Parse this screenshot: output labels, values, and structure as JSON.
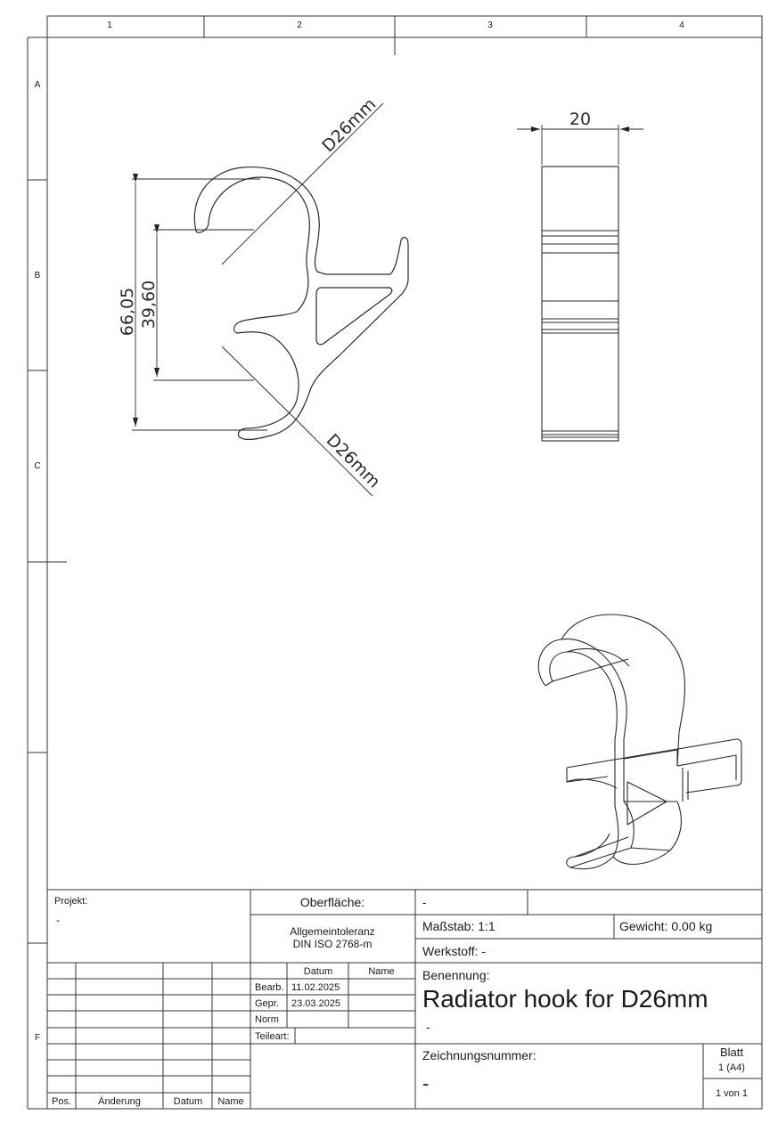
{
  "frame": {
    "columns": [
      "1",
      "2",
      "3",
      "4"
    ],
    "rows": [
      "A",
      "B",
      "C",
      "F"
    ]
  },
  "views": {
    "front": {
      "dims": {
        "d_top": "D26mm",
        "d_bottom": "D26mm",
        "height_total": "66,05",
        "height_inner": "39,60"
      }
    },
    "side": {
      "dims": {
        "width": "20"
      }
    }
  },
  "title_block": {
    "projekt_label": "Projekt:",
    "projekt_value": "-",
    "oberflaeche_label": "Oberfläche:",
    "oberflaeche_value": "-",
    "tolerance_line1": "Allgemeintoleranz",
    "tolerance_line2": "DIN ISO 2768-m",
    "massstab": "Maßstab: 1:1",
    "gewicht": "Gewicht: 0.00 kg",
    "werkstoff": "Werkstoff: -",
    "benennung_label": "Benennung:",
    "benennung_value": "Radiator hook for D26mm",
    "benennung_sub": "-",
    "datum_header": "Datum",
    "name_header": "Name",
    "bearb_label": "Bearb.",
    "bearb_date": "11.02.2025",
    "gepr_label": "Gepr.",
    "gepr_date": "23.03.2025",
    "norm_label": "Norm",
    "teileart_label": "Teileart:",
    "zeichnungsnummer_label": "Zeichnungsnummer:",
    "zeichnungsnummer_value": "-",
    "blatt_label": "Blatt",
    "blatt_format": "1 (A4)",
    "blatt_count": "1 von 1",
    "rev_pos": "Pos.",
    "rev_aenderung": "Änderung",
    "rev_datum": "Datum",
    "rev_name": "Name"
  }
}
